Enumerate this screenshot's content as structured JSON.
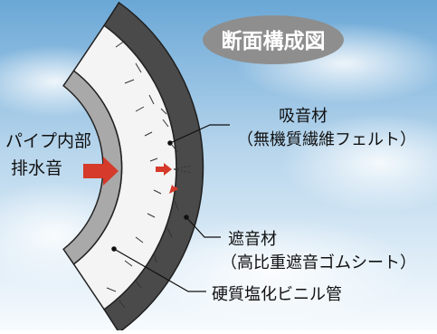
{
  "title": "断面構成図",
  "pipe_interior": {
    "line1": "パイプ内部",
    "line2": "排水音"
  },
  "absorption": {
    "name": "吸音材",
    "detail": "（無機質繊維フェルト）"
  },
  "insulation": {
    "name": "遮音材",
    "detail": "（高比重遮音ゴムシート）"
  },
  "pipe": {
    "name": "硬質塩化ビニル管"
  },
  "colors": {
    "sky_top": "#6aa7d6",
    "sky_bottom": "#ffffff",
    "title_badge": "#8e8e8e",
    "rubber_layer": "#4a4a4a",
    "felt_layer": "#f4f4f4",
    "pvc_layer": "#a9a9a9",
    "arrow": "#d53a2a"
  }
}
